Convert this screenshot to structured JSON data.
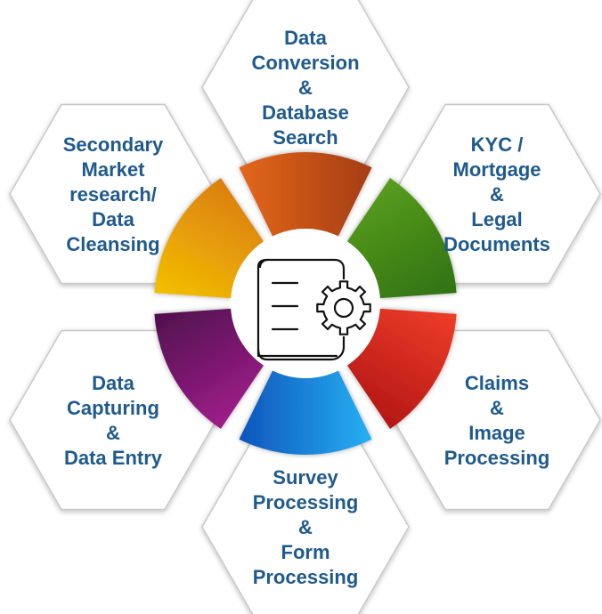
{
  "diagram": {
    "segments": [
      {
        "id": "data-conversion",
        "lines": [
          "Data",
          "Conversion",
          "&",
          "Database",
          "Search"
        ],
        "colors": [
          "#e86a1c",
          "#a03a12"
        ]
      },
      {
        "id": "kyc-mortgage",
        "lines": [
          "KYC /",
          "Mortgage",
          "&",
          "Legal",
          "Documents"
        ],
        "colors": [
          "#5aa01e",
          "#2e6e10"
        ]
      },
      {
        "id": "claims-image",
        "lines": [
          "Claims",
          "&",
          "Image",
          "Processing"
        ],
        "colors": [
          "#f2402a",
          "#b01414"
        ]
      },
      {
        "id": "survey-form",
        "lines": [
          "Survey",
          "Processing",
          "&",
          "Form",
          "Processing"
        ],
        "colors": [
          "#29b6f6",
          "#0b4fb8"
        ]
      },
      {
        "id": "data-capturing",
        "lines": [
          "Data",
          "Capturing",
          "&",
          "Data Entry"
        ],
        "colors": [
          "#a51f8f",
          "#4a0f4a"
        ]
      },
      {
        "id": "secondary-market",
        "lines": [
          "Secondary",
          "Market",
          "research/",
          "Data",
          "Cleansing"
        ],
        "colors": [
          "#f5c400",
          "#d97a10"
        ]
      }
    ],
    "center_icon": "document-gear-icon",
    "text_color": "#1f5a8c",
    "hex_stroke": "#c8c8c8"
  }
}
